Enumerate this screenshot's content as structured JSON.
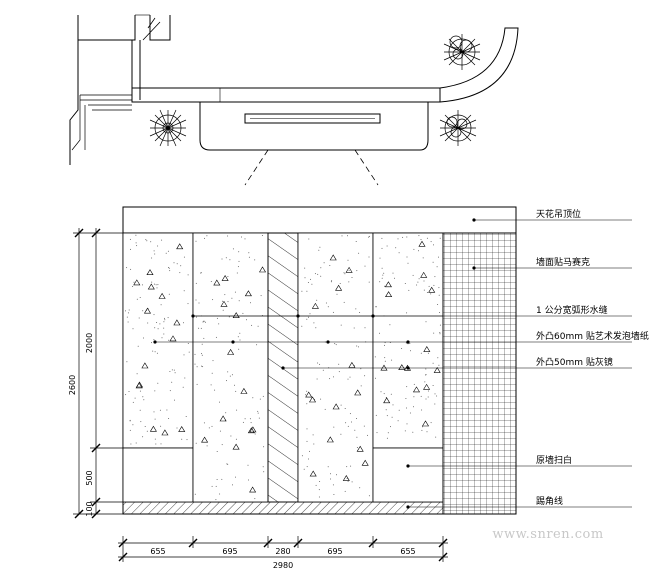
{
  "callouts": [
    {
      "id": "ceiling",
      "text": "天花吊顶位"
    },
    {
      "id": "mosaic",
      "text": "墙面贴马赛克"
    },
    {
      "id": "groove",
      "text": "1 公分宽弧形水缝"
    },
    {
      "id": "wallpaper",
      "text": "外凸60mm 贴艺术发泡墙纸"
    },
    {
      "id": "mirror",
      "text": "外凸50mm 贴灰镜"
    },
    {
      "id": "whitewash",
      "text": "原墙扫白"
    },
    {
      "id": "skirting",
      "text": "踢角线"
    }
  ],
  "vertical_dimensions": {
    "total": "2600",
    "upper": "2000",
    "lower": "500",
    "base": "100"
  },
  "horizontal_dimensions": {
    "segments": [
      "655",
      "695",
      "280",
      "695",
      "655"
    ],
    "total": "2980"
  },
  "watermark": "www.snren.com"
}
